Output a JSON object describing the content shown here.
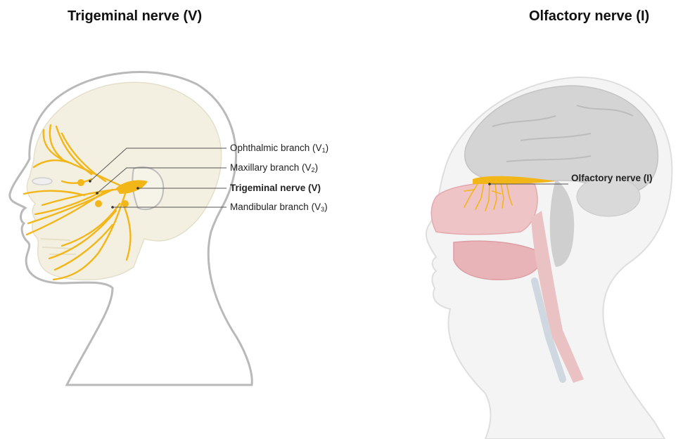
{
  "titles": {
    "left": "Trigeminal nerve (V)",
    "right": "Olfactory nerve (I)"
  },
  "trigeminal_labels": {
    "ophthalmic": {
      "text": "Ophthalmic branch (V",
      "sub": "1",
      "close": ")"
    },
    "maxillary": {
      "text": "Maxillary branch (V",
      "sub": "2",
      "close": ")"
    },
    "trigeminal": "Trigeminal nerve (V)",
    "mandibular": {
      "text": "Mandibular branch (V",
      "sub": "3",
      "close": ")"
    }
  },
  "olfactory_labels": {
    "olfactory": "Olfactory nerve (I)"
  },
  "colors": {
    "nerve": "#f2b619",
    "nerve_dark": "#d99a0a",
    "skin_outline": "#b9b9b9",
    "skull": "#f3efde",
    "brain": "#d4d4d4",
    "nasal_tissue": "#efc4c6",
    "leader_line": "#555555"
  }
}
